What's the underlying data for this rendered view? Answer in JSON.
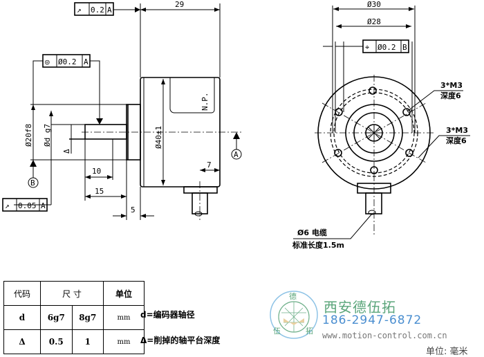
{
  "side_view": {
    "runout_top": {
      "symbol": "↗",
      "value": "0.2",
      "datum": "A"
    },
    "concentricity": {
      "symbol": "◎",
      "value": "Ø0.2",
      "datum": "A"
    },
    "runout_bottom": {
      "symbol": "↗",
      "value": "0.05",
      "datum": "A"
    },
    "dim_length": "29",
    "dim_flange_dia": "Ø20f8",
    "dim_shaft_dia": "Ød g7",
    "dim_flat": "Δ",
    "dim_flat_len": "10",
    "dim_shaft_len": "15",
    "dim_flange_thk": "5",
    "dim_body_dia": "Ø40±1",
    "dim_cable_offset": "7",
    "nameplate": "N.P.",
    "datum_a": "A",
    "datum_b": "B"
  },
  "front_view": {
    "dim_outer": "Ø30",
    "dim_inner": "Ø28",
    "position_tol": {
      "symbol": "⌖",
      "value": "Ø0.2",
      "datum": "B"
    },
    "holes_1": [
      "3*M3",
      "深度6"
    ],
    "holes_2": [
      "3*M3",
      "深度6"
    ],
    "cable": [
      "Ø6 电缆",
      "标准长度1.5m"
    ]
  },
  "spec_table": {
    "headers": [
      "代码",
      "尺 寸",
      "单位"
    ],
    "rows": [
      [
        "d",
        "6g7",
        "8g7",
        "mm"
      ],
      [
        "Δ",
        "0.5",
        "1",
        "mm"
      ]
    ]
  },
  "notes": [
    "d=编码器轴径",
    "Δ=削掉的轴平台深度"
  ],
  "brand": {
    "name": "西安德伍拓",
    "phone": "186-2947-6872",
    "url": "www.motion-control.com.cn",
    "logo_chars": [
      "德",
      "伍",
      "拓"
    ],
    "colors": {
      "green": "#5aa57a",
      "blue": "#4a8ed0"
    }
  },
  "unit_label": "单位: 毫米"
}
